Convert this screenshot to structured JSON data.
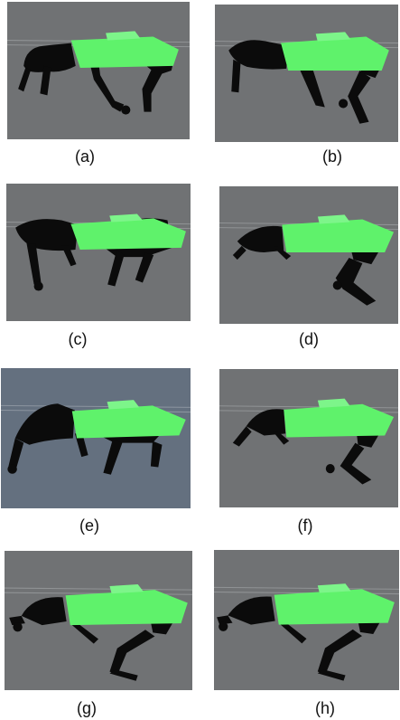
{
  "panels": [
    {
      "caption": "(a)"
    },
    {
      "caption": "(b)"
    },
    {
      "caption": "(c)"
    },
    {
      "caption": "(d)"
    },
    {
      "caption": "(e)"
    },
    {
      "caption": "(f)"
    },
    {
      "caption": "(g)"
    },
    {
      "caption": "(h)"
    }
  ],
  "colors": {
    "background_grey": "#6f7172",
    "background_blue_grey": "#64707f",
    "robot_body_green": "#5ff26b",
    "robot_legs": "#0a0a0a"
  }
}
